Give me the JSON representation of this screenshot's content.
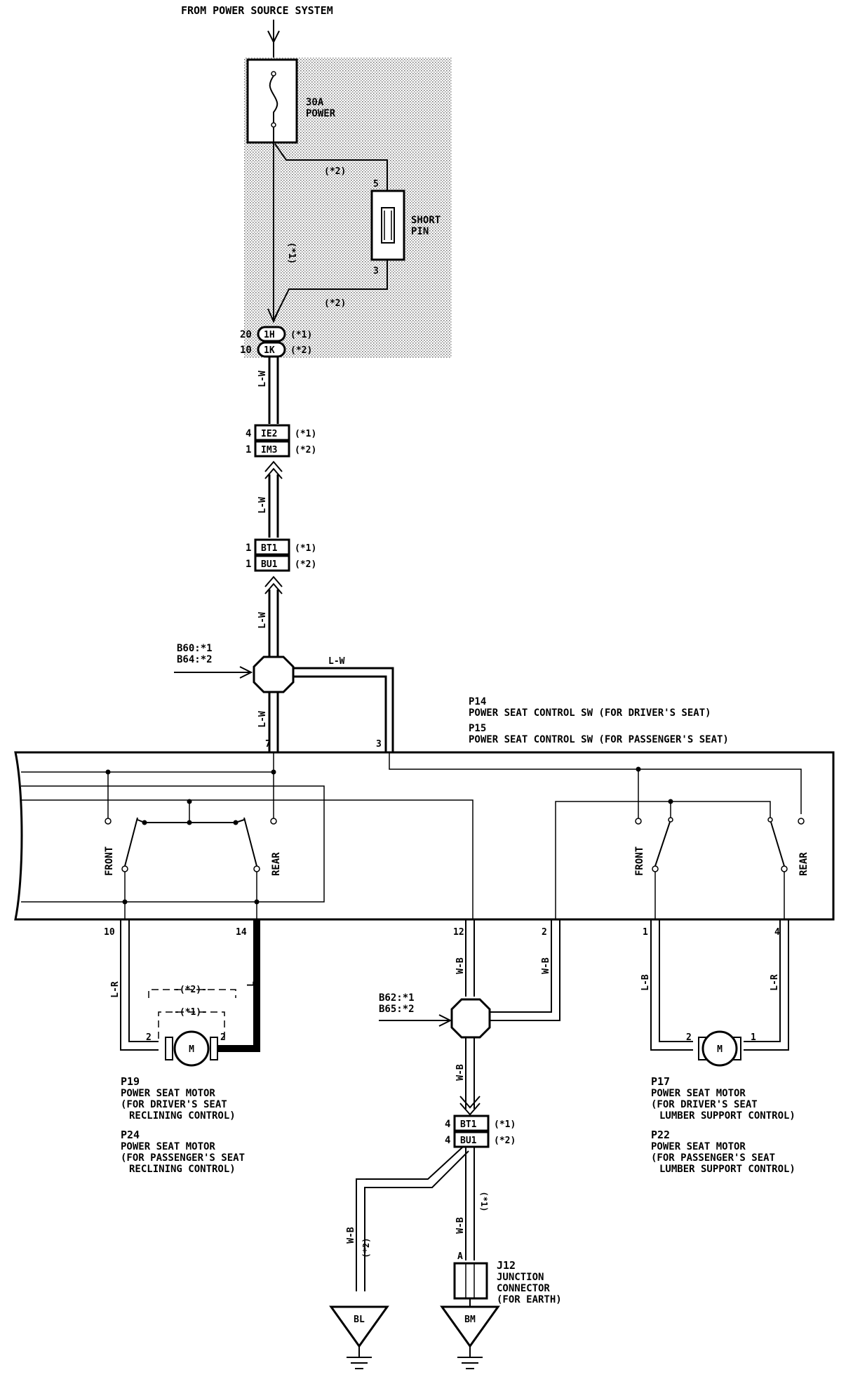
{
  "header": {
    "source": "FROM POWER SOURCE SYSTEM"
  },
  "fuse": {
    "rating": "30A",
    "name": "POWER"
  },
  "short_pin": {
    "line1": "SHORT",
    "line2": "PIN",
    "pin_top": "5",
    "pin_bottom": "3"
  },
  "variants": {
    "v1": "(*1)",
    "v2": "(*2)"
  },
  "connectors": {
    "c1": {
      "pin": "20",
      "code": "1H",
      "tag": "(*1)"
    },
    "c2": {
      "pin": "10",
      "code": "1K",
      "tag": "(*2)"
    },
    "ie2": {
      "pin": "4",
      "code": "IE2",
      "tag": "(*1)"
    },
    "im3": {
      "pin": "1",
      "code": "IM3",
      "tag": "(*2)"
    },
    "bt1_top": {
      "pin": "1",
      "code": "BT1",
      "tag": "(*1)"
    },
    "bu1_top": {
      "pin": "1",
      "code": "BU1",
      "tag": "(*2)"
    },
    "bt1_bot": {
      "pin": "4",
      "code": "BT1",
      "tag": "(*1)"
    },
    "bu1_bot": {
      "pin": "4",
      "code": "BU1",
      "tag": "(*2)"
    }
  },
  "wires": {
    "lw": "L-W",
    "lr": "L-R",
    "l": "L",
    "wb": "W-B",
    "lb": "L-B"
  },
  "junctions": {
    "j1a": "B60:*1",
    "j1b": "B64:*2",
    "j2a": "B62:*1",
    "j2b": "B65:*2"
  },
  "switch": {
    "id1": "P14",
    "name1": "POWER SEAT CONTROL SW (FOR DRIVER'S SEAT)",
    "id2": "P15",
    "name2": "POWER SEAT CONTROL SW (FOR PASSENGER'S SEAT)",
    "pin7": "7",
    "pin3": "3",
    "front": "FRONT",
    "rear": "REAR",
    "pin10": "10",
    "pin14": "14",
    "pin12": "12",
    "pin2": "2",
    "pin1": "1",
    "pin4": "4"
  },
  "motor_left": {
    "symbol": "M",
    "pin_l": "2",
    "pin_r": "2",
    "tag_outer": "-(*2)-",
    "tag_inner": "-(*1)-",
    "id1": "P19",
    "line1a": "POWER SEAT MOTOR",
    "line1b": "(FOR DRIVER'S SEAT",
    "line1c": "RECLINING CONTROL)",
    "id2": "P24",
    "line2a": "POWER SEAT MOTOR",
    "line2b": "(FOR PASSENGER'S SEAT",
    "line2c": "RECLINING CONTROL)"
  },
  "motor_right": {
    "symbol": "M",
    "pin_l": "2",
    "pin_r": "1",
    "id1": "P17",
    "line1a": "POWER SEAT MOTOR",
    "line1b": "(FOR DRIVER'S SEAT",
    "line1c": "LUMBER SUPPORT CONTROL)",
    "id2": "P22",
    "line2a": "POWER SEAT MOTOR",
    "line2b": "(FOR PASSENGER'S SEAT",
    "line2c": "LUMBER SUPPORT CONTROL)"
  },
  "j12": {
    "pin": "A",
    "id": "J12",
    "line1": "JUNCTION",
    "line2": "CONNECTOR",
    "line3": "(FOR EARTH)"
  },
  "grounds": {
    "bl": "BL",
    "bm": "BM"
  }
}
